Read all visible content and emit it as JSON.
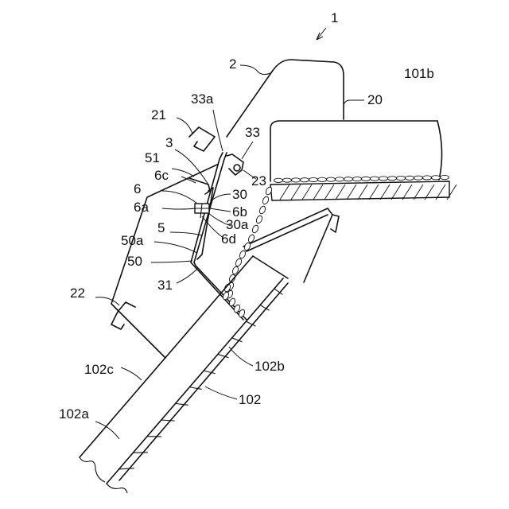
{
  "labels": {
    "device": "1",
    "cover": "2",
    "bracket_upper": "21",
    "bracket_lower": "22",
    "guide_plate": "3",
    "hopper_part": "20",
    "part_23": "23",
    "part_30": "30",
    "part_30a": "30a",
    "part_31": "31",
    "part_33": "33",
    "part_33a": "33a",
    "member_5": "5",
    "part_50": "50",
    "part_50a": "50a",
    "part_51": "51",
    "fastener_6": "6",
    "part_6a": "6a",
    "part_6b": "6b",
    "part_6c": "6c",
    "part_6d": "6d",
    "machine_101b": "101b",
    "chute_102": "102",
    "part_102a": "102a",
    "part_102b": "102b",
    "part_102c": "102c"
  }
}
